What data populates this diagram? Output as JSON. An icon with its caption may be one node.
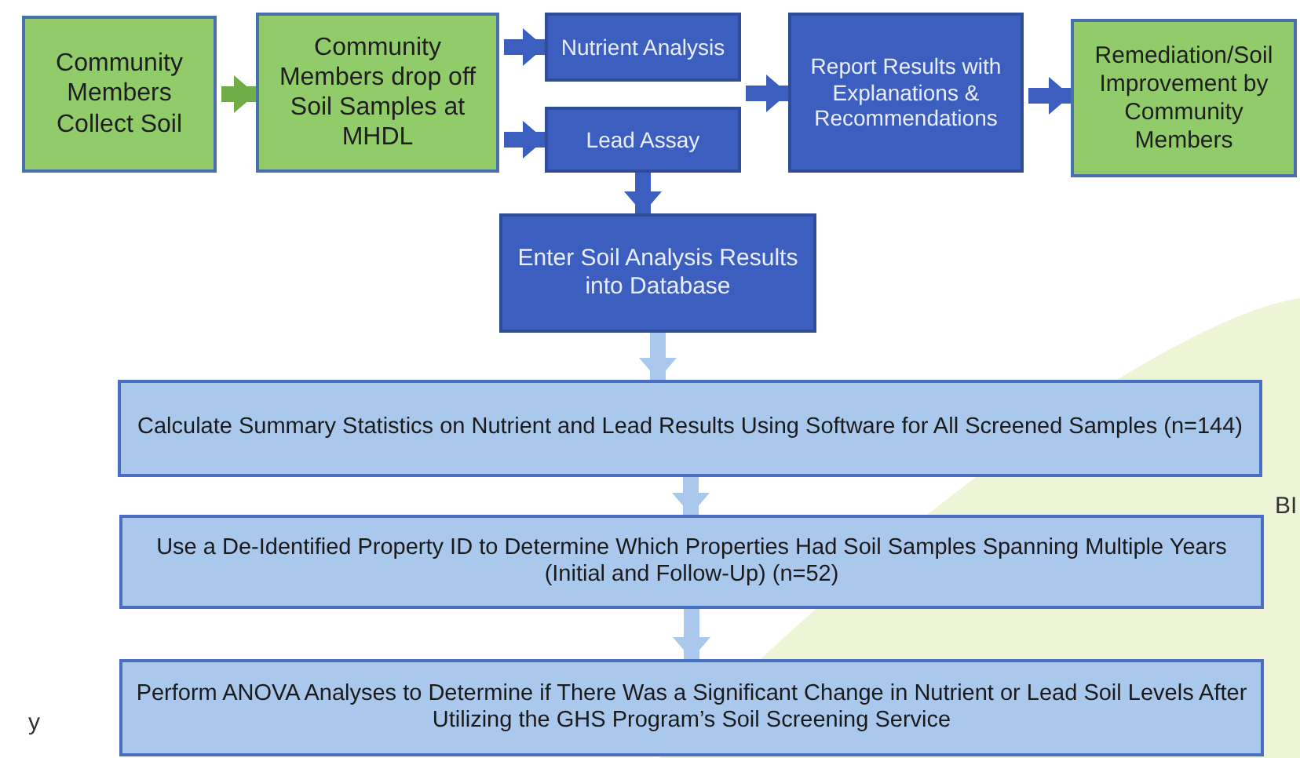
{
  "diagram": {
    "nodes": [
      {
        "text": [
          "Community Members Collect Soil"
        ]
      },
      {
        "text": [
          "Community Members drop off Soil Samples at MHDL"
        ]
      },
      {
        "text": [
          "Nutrient Analysis"
        ]
      },
      {
        "text": [
          "Lead Assay"
        ]
      },
      {
        "text": [
          "Report Results with Explanations & Recommendations"
        ]
      },
      {
        "text": [
          "Remediation/Soil Improvement by Community Members"
        ]
      },
      {
        "text": [
          "Enter Soil Analysis Results into Database"
        ]
      },
      {
        "text": [
          "Calculate Summary Statistics on Nutrient and Lead Results Using Software for All Screened Samples (n=144)"
        ]
      },
      {
        "text": [
          "Use a De-Identified Property ID to Determine Which Properties Had Soil Samples Spanning Multiple Years (Initial and Follow-Up) (n=52)"
        ]
      },
      {
        "text": [
          "Perform ANOVA Analyses to Determine if There Was a Significant Change in Nutrient or Lead Soil Levels After Utilizing the GHS Program’s Soil Screening Service"
        ]
      }
    ],
    "edges": [
      {
        "from": 0,
        "to": 1,
        "arrow": "to",
        "color": "#70ad47"
      },
      {
        "from": 1,
        "to": 2,
        "arrow": "to"
      },
      {
        "from": 1,
        "to": 3,
        "arrow": "to"
      },
      {
        "from": 2,
        "to": 4,
        "arrow": "to"
      },
      {
        "from": 3,
        "to": 4,
        "arrow": "to"
      },
      {
        "from": 4,
        "to": 5,
        "arrow": "to"
      },
      {
        "from": 3,
        "to": 6,
        "arrow": "to"
      },
      {
        "from": 6,
        "to": 7,
        "arrow": "to",
        "color": "#a9c8ec"
      },
      {
        "from": 7,
        "to": 8,
        "arrow": "to",
        "color": "#a9c8ec"
      },
      {
        "from": 8,
        "to": 9,
        "arrow": "to",
        "color": "#a9c8ec"
      }
    ],
    "labels": [
      "BI",
      "y"
    ]
  }
}
